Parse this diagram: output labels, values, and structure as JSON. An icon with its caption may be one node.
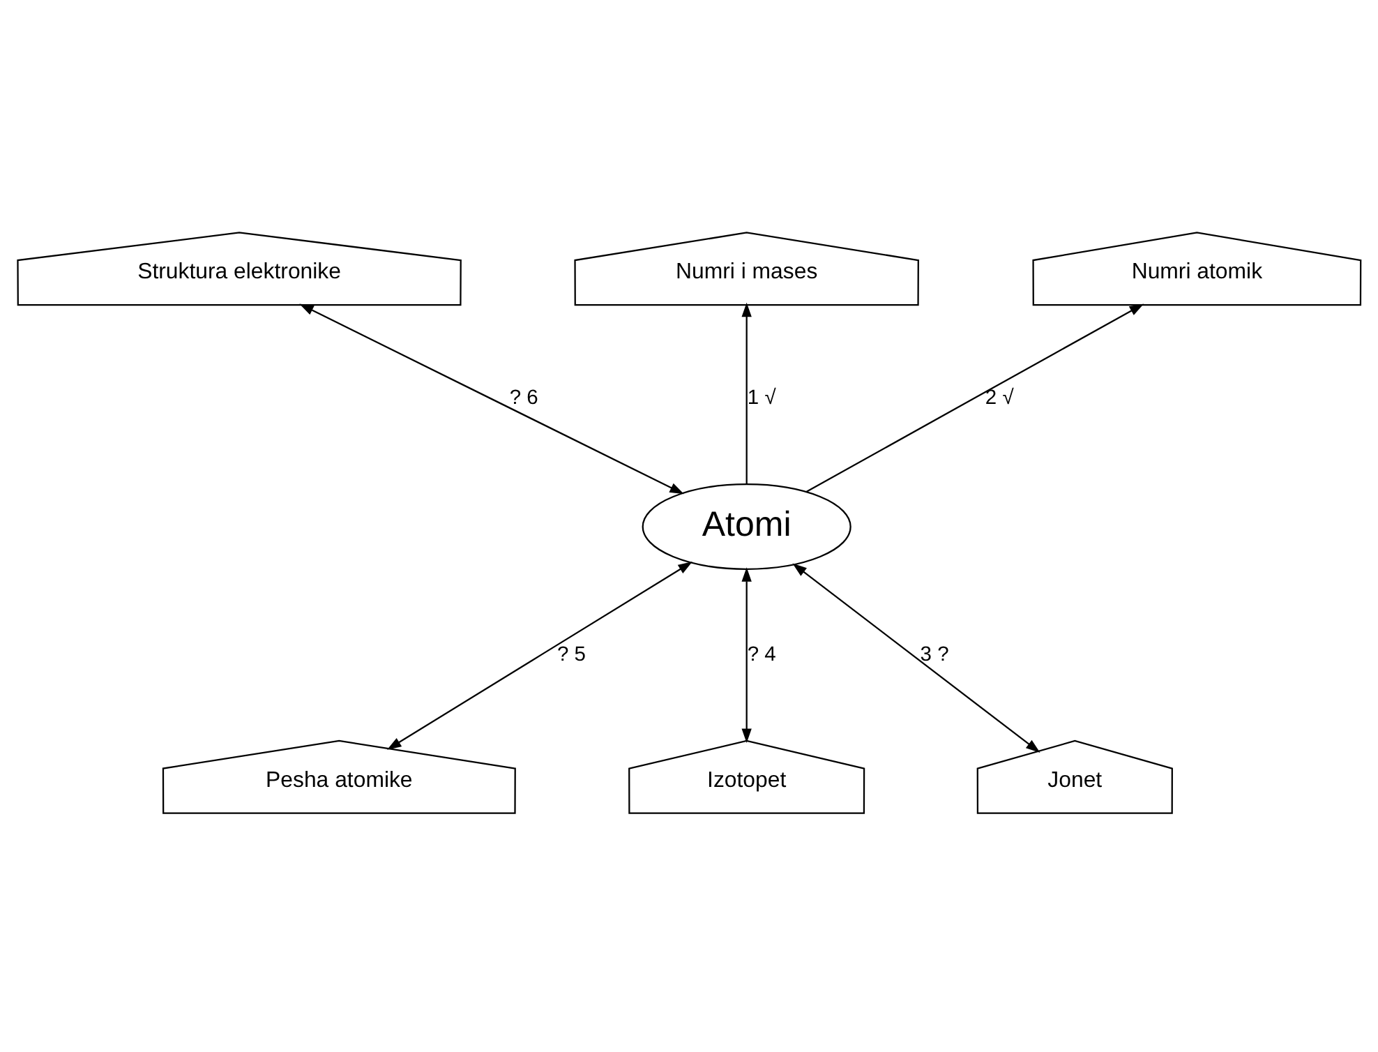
{
  "diagram": {
    "nodes": [
      {
        "text": [
          "Atomi"
        ]
      },
      {
        "text": [
          "Numri i mases"
        ]
      },
      {
        "text": [
          "Numri atomik"
        ]
      },
      {
        "text": [
          "Jonet"
        ]
      },
      {
        "text": [
          "Izotopet"
        ]
      },
      {
        "text": [
          "Pesha atomike"
        ]
      },
      {
        "text": [
          "Struktura elektronike"
        ]
      }
    ],
    "edges": [
      {
        "from": 0,
        "to": 1,
        "arrow": "to",
        "label": "1 √"
      },
      {
        "from": 0,
        "to": 2,
        "arrow": "to",
        "label": "2 √"
      },
      {
        "from": 0,
        "to": 3,
        "arrow": "both",
        "label": "3 ?"
      },
      {
        "from": 0,
        "to": 4,
        "arrow": "both",
        "label": "? 4"
      },
      {
        "from": 0,
        "to": 5,
        "arrow": "both",
        "label": "? 5"
      },
      {
        "from": 6,
        "to": 0,
        "arrow": "both",
        "label": "? 6"
      }
    ]
  }
}
